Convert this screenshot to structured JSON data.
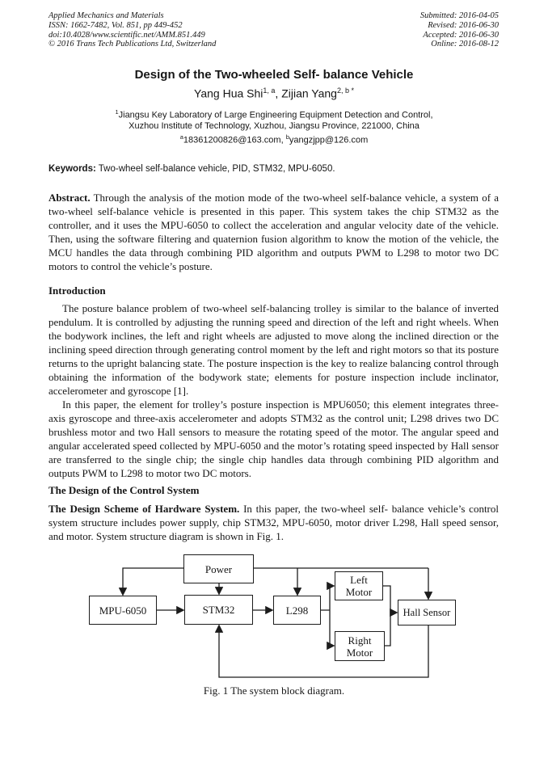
{
  "header": {
    "left": [
      "Applied Mechanics and Materials",
      "ISSN: 1662-7482, Vol. 851, pp 449-452",
      "doi:10.4028/www.scientific.net/AMM.851.449",
      "© 2016 Trans Tech Publications Ltd, Switzerland"
    ],
    "right": [
      "Submitted: 2016-04-05",
      "Revised: 2016-06-30",
      "Accepted: 2016-06-30",
      "Online: 2016-08-12"
    ]
  },
  "title": "Design of the Two-wheeled Self- balance Vehicle",
  "authors": {
    "a1": "Yang Hua Shi",
    "a1_sup": "1, a",
    "sep": ", ",
    "a2": "Zijian Yang",
    "a2_sup": "2, b *"
  },
  "affiliation": {
    "sup": "1",
    "line1": "Jiangsu Key Laboratory of Large Engineering Equipment Detection and Control,",
    "line2": "Xuzhou Institute of Technology, Xuzhou, Jiangsu Province, 221000, China"
  },
  "emails": {
    "sup1": "a",
    "e1": "18361200826@163.com",
    "sep": ", ",
    "sup2": "b",
    "e2": "yangzjpp@126.com"
  },
  "keywords": {
    "label": "Keywords:",
    "text": "Two-wheel self-balance vehicle, PID, STM32, MPU-6050."
  },
  "abstract": {
    "label": "Abstract.",
    "text": "Through the analysis of the motion mode of the two-wheel self-balance vehicle, a system of a two-wheel self-balance vehicle is presented in this paper. This system takes the chip STM32 as the controller, and it uses the MPU-6050 to collect the acceleration and angular velocity date of the vehicle. Then, using the software filtering and quaternion fusion algorithm to know the motion of the vehicle, the MCU handles the data through combining PID algorithm and outputs PWM to L298 to motor two DC motors to control the vehicle’s posture."
  },
  "sections": {
    "intro_heading": "Introduction",
    "intro_p1": "The posture balance problem of two-wheel self-balancing trolley is similar to the balance of inverted pendulum. It is controlled by adjusting the running speed and direction of the left and right wheels. When the bodywork inclines, the left and right wheels are adjusted to move along the inclined direction or the inclining speed direction through generating control moment by the left and right motors so that its posture returns to the upright balancing state. The posture inspection is the key to realize balancing control through obtaining the information of the bodywork state; elements for posture inspection include inclinator, accelerometer and gyroscope [1].",
    "intro_p2": "In this paper, the element for trolley’s posture inspection is MPU6050; this element integrates three-axis gyroscope and three-axis accelerometer and adopts STM32 as the control unit; L298 drives two DC brushless motor and two Hall sensors to measure the rotating speed of the motor. The angular speed and angular accelerated speed collected by MPU-6050 and the motor’s rotating speed inspected by Hall sensor are transferred to the single chip; the single chip handles data through combining PID algorithm and outputs PWM to L298 to motor two DC motors.",
    "design_heading": "The Design of the Control System",
    "hw_label": "The Design Scheme of Hardware System.",
    "hw_text": "In this paper, the two-wheel self- balance vehicle’s control system structure includes power supply, chip STM32, MPU-6050, motor driver L298, Hall speed sensor, and motor. System structure diagram is shown in Fig. 1."
  },
  "figure": {
    "caption": "Fig. 1 The system block diagram.",
    "blocks": {
      "power": "Power",
      "mpu": "MPU-6050",
      "stm32": "STM32",
      "l298": "L298",
      "left_motor": [
        "Left",
        "Motor"
      ],
      "right_motor": [
        "Right",
        "Motor"
      ],
      "hall": "Hall Sensor"
    }
  }
}
